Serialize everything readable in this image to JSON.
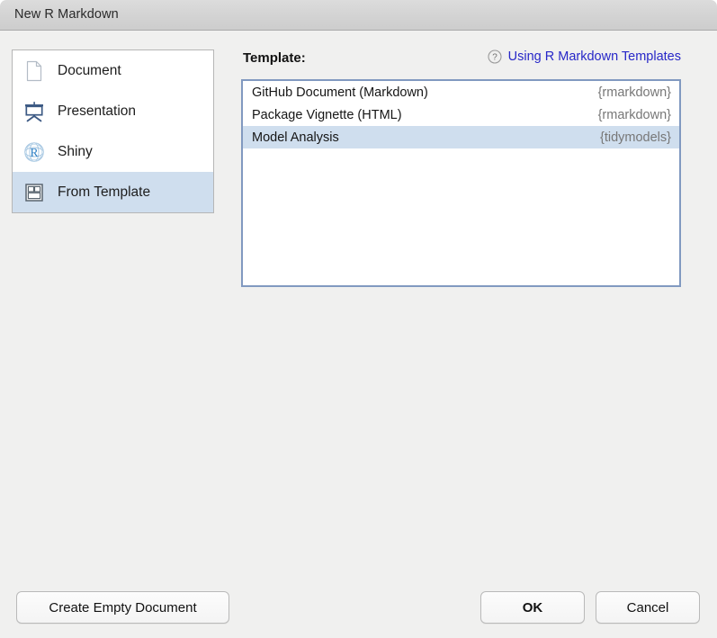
{
  "window": {
    "title": "New R Markdown"
  },
  "sidebar": {
    "items": [
      {
        "label": "Document",
        "icon": "document-icon",
        "selected": false
      },
      {
        "label": "Presentation",
        "icon": "presentation-icon",
        "selected": false
      },
      {
        "label": "Shiny",
        "icon": "shiny-r-logo-icon",
        "selected": false
      },
      {
        "label": "From Template",
        "icon": "from-template-icon",
        "selected": true
      }
    ]
  },
  "template_section": {
    "label": "Template:",
    "help_icon": "question-mark-icon",
    "help_link": "Using R Markdown Templates",
    "rows": [
      {
        "name": "GitHub Document (Markdown)",
        "package": "{rmarkdown}",
        "selected": false
      },
      {
        "name": "Package Vignette (HTML)",
        "package": "{rmarkdown}",
        "selected": false
      },
      {
        "name": "Model Analysis",
        "package": "{tidymodels}",
        "selected": true
      }
    ]
  },
  "footer": {
    "create_empty_label": "Create Empty Document",
    "ok_label": "OK",
    "cancel_label": "Cancel"
  },
  "colors": {
    "selection": "#cfdeee",
    "link": "#2727c8",
    "package_text": "#777777",
    "titlebar": "#d3d3d3",
    "body": "#f0f0ef",
    "list_border_focus": "#8199c0"
  }
}
